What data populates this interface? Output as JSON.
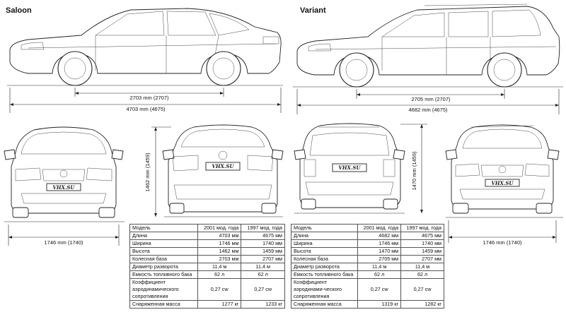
{
  "saloon": {
    "title": "Saloon",
    "wheelbase": "2703 mm (2707)",
    "length": "4703 mm (4675)",
    "height": "1462 mm (1459)",
    "width": "1746 mm (1740)",
    "plate_front": "VHX.SU",
    "plate_rear": "VHX.SU"
  },
  "variant": {
    "title": "Variant",
    "wheelbase": "2705 mm (2707)",
    "length": "4682 mm (4675)",
    "height": "1470 mm (1459)",
    "width": "1746 mm (1740)",
    "plate_front": "VHX.SU",
    "plate_rear": "VHX.SU"
  },
  "spec_saloon": {
    "headers": [
      "Модель",
      "2001 мод. года",
      "1997 мод. года"
    ],
    "rows": [
      [
        "Длина",
        "4703 мм",
        "4675 мм"
      ],
      [
        "Ширина",
        "1746 мм",
        "1740 мм"
      ],
      [
        "Высота",
        "1462 мм",
        "1459 мм"
      ],
      [
        "Колесная база",
        "2703 мм",
        "2707 мм"
      ],
      [
        "Диаметр разворота",
        "11,4 м",
        "11,4 м"
      ],
      [
        "Емкость топливного бака",
        "62 л",
        "62 л"
      ],
      [
        "Коэффициент аэродинамического сопротивления",
        "0,27 cw",
        "0,27 cw"
      ],
      [
        "Снаряженная масса",
        "1277 кг",
        "1233 кг"
      ]
    ]
  },
  "spec_variant": {
    "headers": [
      "Модель",
      "2001 мод. года",
      "1997 мод. года"
    ],
    "rows": [
      [
        "Длина",
        "4682 мм",
        "4675 мм"
      ],
      [
        "Ширина",
        "1746 мм",
        "1740 мм"
      ],
      [
        "Высота",
        "1470 мм",
        "1459 мм"
      ],
      [
        "Колесная база",
        "2705 мм",
        "2707 мм"
      ],
      [
        "Диаметр разворота",
        "11,4 м",
        "11,4 м"
      ],
      [
        "Емкость топливного бака",
        "62 л",
        "62 л"
      ],
      [
        "Коэффициент аэродинами-ческого сопротивления",
        "0,27 cw",
        "0,27 cw"
      ],
      [
        "Снаряженная масса",
        "1319 кг",
        "1282 кг"
      ]
    ]
  }
}
